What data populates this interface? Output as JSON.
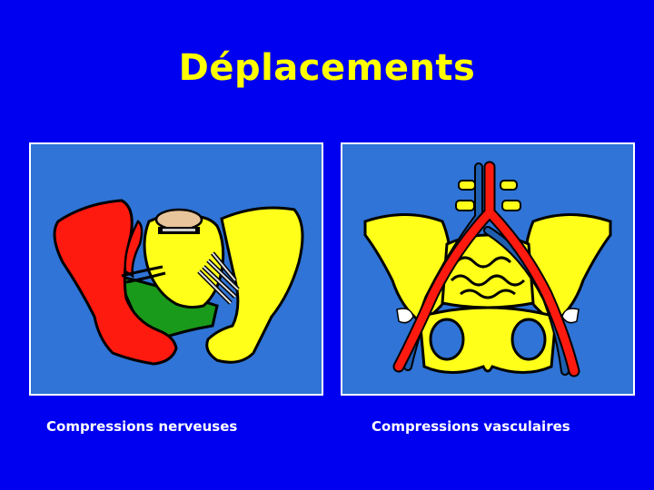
{
  "slide": {
    "title": "Déplacements",
    "background_color": "#0000f0",
    "title_color": "#ffff00"
  },
  "figures": [
    {
      "caption": "Compressions nerveuses",
      "illustration": "pelvis-displacement-nerve-compression",
      "colors": {
        "background": "#2f74d6",
        "displaced_bone": "#ff1a10",
        "bone": "#ffff1a",
        "muscle": "#1a9a1a",
        "disc": "#e8c59a"
      }
    },
    {
      "caption": "Compressions vasculaires",
      "illustration": "pelvis-vascular-compression",
      "colors": {
        "background": "#2f74d6",
        "artery": "#ff1a10",
        "vein": "#1f5fb0",
        "bone": "#ffff1a",
        "cartilage": "#ffffff"
      }
    }
  ]
}
